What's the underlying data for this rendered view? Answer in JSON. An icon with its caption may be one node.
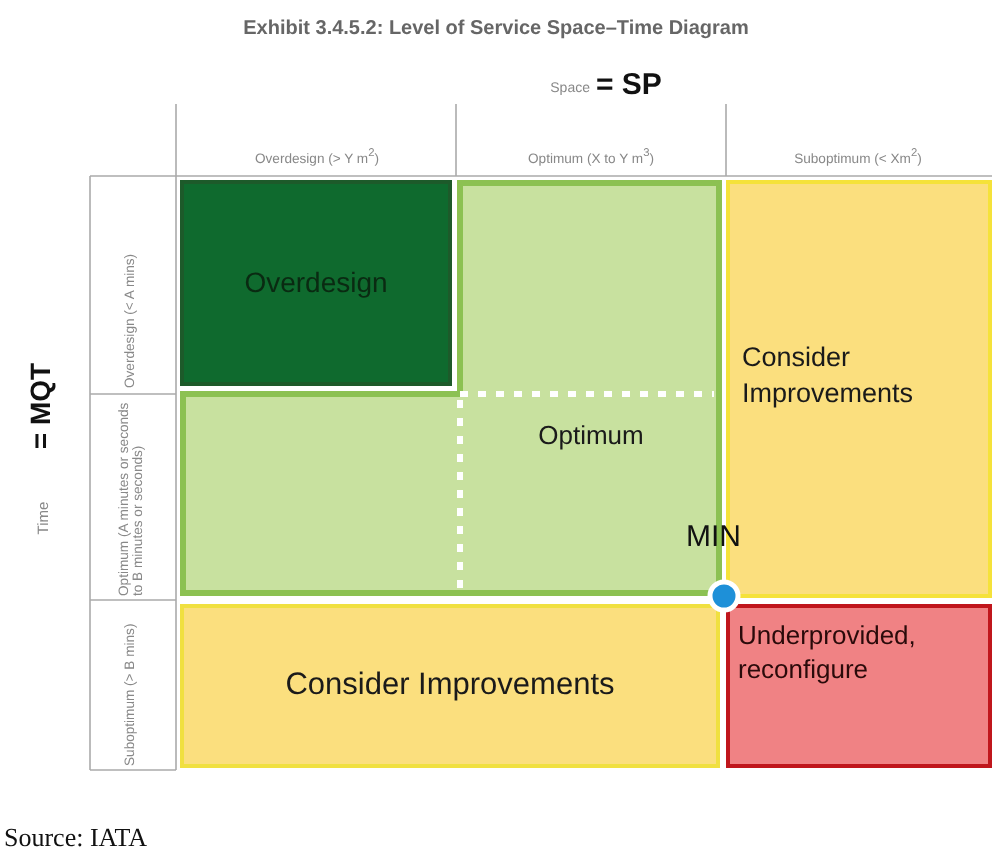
{
  "diagram": {
    "title": "Exhibit 3.4.5.2: Level of Service Space–Time Diagram",
    "nodes": [
      {
        "text": [
          "Overdesign"
        ]
      },
      {
        "text": [
          "Optimum"
        ]
      },
      {
        "text": [
          "Consider Improvements"
        ]
      },
      {
        "text": [
          "Consider Improvements"
        ]
      },
      {
        "text": [
          "Underprovided, reconfigure"
        ]
      }
    ],
    "labels": [
      "Space",
      "= SP",
      "Overdesign (> Y m$^{2}$)",
      "Optimum (X to Y m$^{3}$)",
      "Suboptimum (< Xm$^{2}$)",
      "Time",
      "= MQT",
      "Overdesign (< A mins)",
      "Optimum (A minutes or seconds to B minutes or seconds)",
      "Suboptimum (> B mins)",
      "MIN",
      "Source: IATA"
    ]
  }
}
